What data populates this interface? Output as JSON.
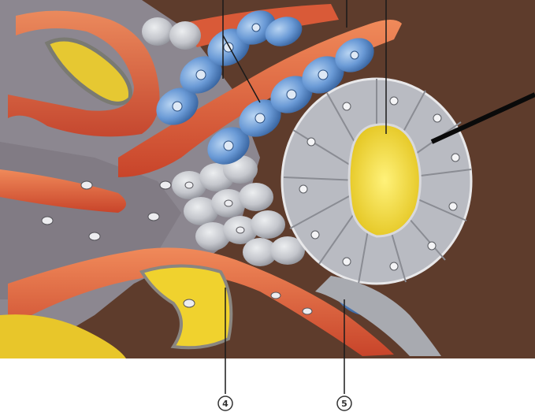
{
  "figure": {
    "description_visible_text": "",
    "markers": [
      {
        "id": "4",
        "label": "4"
      },
      {
        "id": "5",
        "label": "5"
      }
    ],
    "colors": {
      "background": "#5a3a2c",
      "tissue_gray": "#8a8a92",
      "cell_gray": "#c9cbd0",
      "capillary_red": "#e0603a",
      "cell_blue": "#5e8fd0",
      "lumen_yellow": "#f2dc3a",
      "leader_line": "#1a1a1a"
    }
  }
}
